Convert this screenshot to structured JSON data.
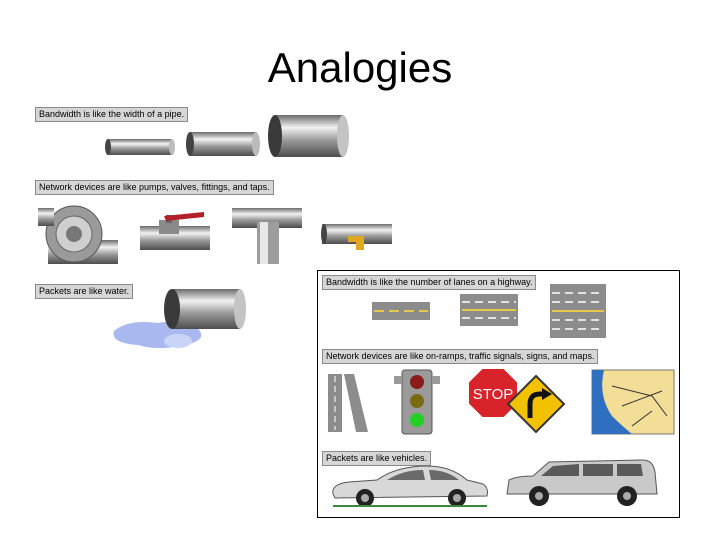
{
  "slide": {
    "title": "Analogies"
  },
  "pipes_panel": {
    "caption_bandwidth": "Bandwidth is like the width of a pipe.",
    "caption_devices": "Network devices are like pumps, valves, fittings, and taps.",
    "caption_packets": "Packets are like water."
  },
  "highway_panel": {
    "caption_bandwidth": "Bandwidth is like the number of lanes on a highway.",
    "caption_devices": "Network devices are like on-ramps, traffic signals, signs, and maps.",
    "caption_packets": "Packets are like vehicles.",
    "stop_sign_text": "STOP"
  },
  "colors": {
    "caption_bg": "#d6d6d6",
    "road": "#8c8c8c",
    "lane_mark": "#e8c84a",
    "map_land": "#f3de97",
    "map_sea": "#2f6fc0",
    "stop_red": "#d9232a"
  }
}
